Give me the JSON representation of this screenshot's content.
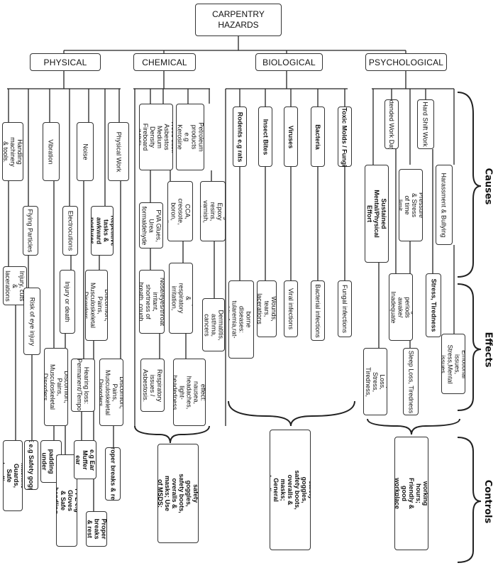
{
  "title": "CARPENTRY HAZARDS",
  "categories": {
    "physical": "PHYSICAL",
    "chemical": "CHEMICAL",
    "biological": "BIOLOGICAL",
    "psychological": "PSYCHOLOGICAL"
  },
  "side_labels": {
    "causes": "Causes",
    "effects": "Effects",
    "controls": "Controls"
  },
  "physical": {
    "causes": [
      "Handling machinery & tools.",
      "Flying Particles",
      "Vibration",
      "Electrocutions",
      "Noise",
      "Repetitive tasks & awkward postures",
      "Physical Work"
    ],
    "effects": [
      "Injury, cuts & lacerations",
      "Risk of eye injury",
      "Discomfort, Pains, Musculoskeletal Disorders",
      "Injury or death",
      "Hearing loss: Permanent/Temporary",
      "Discomfort, Pains, Musculoskeletal Disorders",
      "Discomfort, Pains, Musculoskeletal Disorders"
    ],
    "controls": [
      "Machine Guards, Safe handling",
      "PPE e.g Safety goggles",
      "Soft floor padding under machine",
      "PPE e.g Gloves & Safe handling",
      "PPE e.g Ear Muffer ear plugs",
      "Proper breaks & rest",
      "Proper breaks & rest"
    ]
  },
  "chemical": {
    "causes": [
      "Wood dust: Asbestos Medium Density Fireboard (MDF)",
      "Adhesives: PVA Glues, Urea formaldehyde glues",
      "Thinners: Petroleum products e.g Kerosine oil, petrol",
      "Wood Preservative: CCA, creosote, boron, copper, tin compound",
      "Resins & Coatings: Epoxy resins, varnish, lead paints"
    ],
    "effects": [
      "Nose/eyes/throat irritant, shortness of breath, cough",
      "Respiratory issues / Asbestosis.",
      "Skin, eye & respiratory irritation, cancers.",
      "Narcotic effect: nausea, headaches, light-headedness & Dizziness",
      "Dermatitis, asthma, cancers"
    ],
    "control": "Use of PPE like gloves, safety goggles, safety boots, overalls & masks; Use of MSDS; Safe handling"
  },
  "biological": {
    "causes": [
      "Rodents e.g rats",
      "Insect Bites",
      "Viruses",
      "Bacteria",
      "Toxic Molds / Fungi"
    ],
    "effects": [
      "Rodent borne diseases: tularemia,rat-bite fever",
      "Wounds, tears, lacerations",
      "Viral infections",
      "Bacterial infections",
      "Fungal infections"
    ],
    "control": "Use of PPE like gloves, safety goggles, safety boots, overalls & masks; General cleanliness; Personal Hygiene."
  },
  "psychological": {
    "causes": [
      "Extended Work Days",
      "Sustained Mental/Physical Effort",
      "Hard Shift Work",
      "Pressure & Stress of time limit",
      "Harassment & Bullying"
    ],
    "effects": [
      "Sleep Loss, Stress, Tiredness, Pressure",
      "Long periods awake/ Inadequate sleep",
      "Sleep Loss, Tiredness",
      "Stress, Tiredness",
      "Emotional issues, Stress,Mental issues"
    ],
    "control": "Proper breaks & rest; Short working hours; Friendly & good workplace atmosphere; ime relaxation."
  }
}
